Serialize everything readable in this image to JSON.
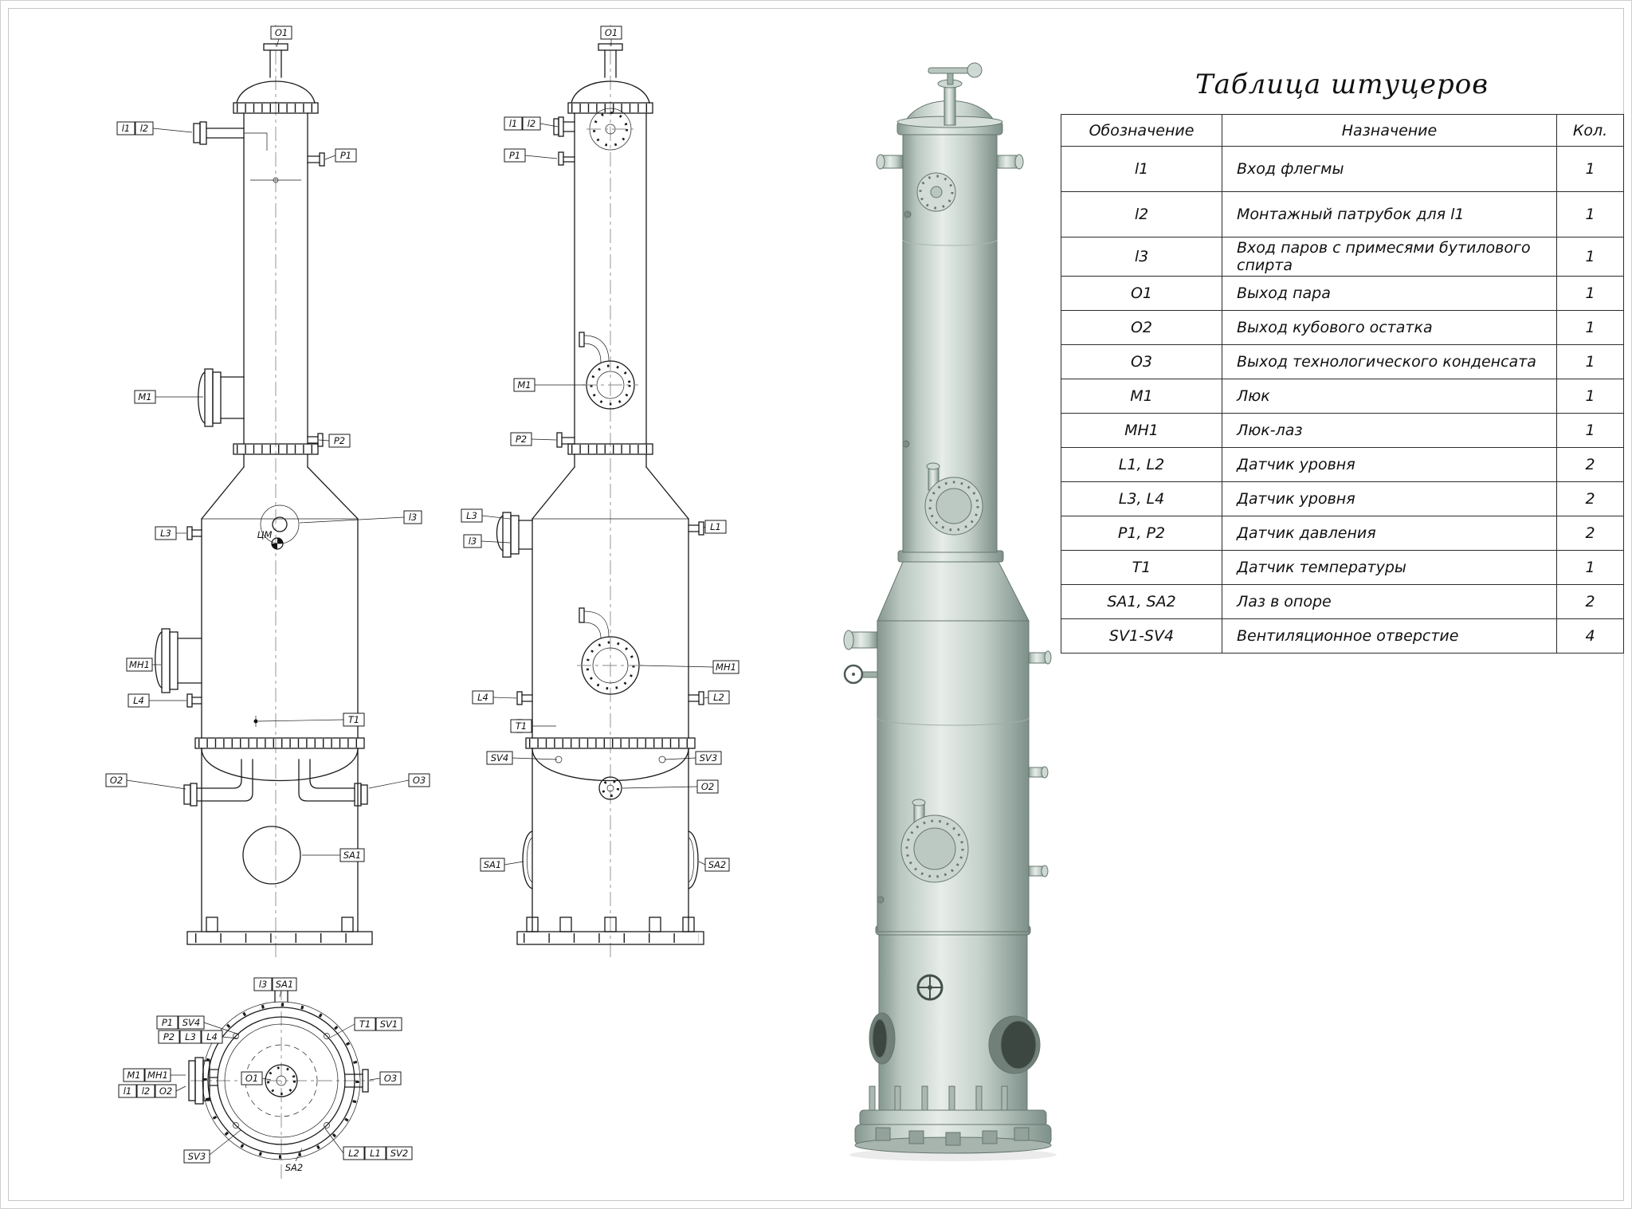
{
  "sheet": {
    "background": "#ffffff",
    "line_color": "#1a1a1a"
  },
  "nozzle_table": {
    "title": "Таблица штуцеров",
    "headers": {
      "designation": "Обозначение",
      "purpose": "Назначение",
      "qty": "Кол."
    },
    "rows": [
      {
        "designation": "l1",
        "purpose": "Вход флегмы",
        "qty": "1"
      },
      {
        "designation": "l2",
        "purpose": "Монтажный патрубок для l1",
        "qty": "1"
      },
      {
        "designation": "l3",
        "purpose": "Вход паров с примесями бутилового спирта",
        "qty": "1"
      },
      {
        "designation": "O1",
        "purpose": "Выход пара",
        "qty": "1"
      },
      {
        "designation": "O2",
        "purpose": "Выход кубового остатка",
        "qty": "1"
      },
      {
        "designation": "O3",
        "purpose": "Выход технологического конденсата",
        "qty": "1"
      },
      {
        "designation": "M1",
        "purpose": "Люк",
        "qty": "1"
      },
      {
        "designation": "MH1",
        "purpose": "Люк-лаз",
        "qty": "1"
      },
      {
        "designation": "L1, L2",
        "purpose": "Датчик уровня",
        "qty": "2"
      },
      {
        "designation": "L3, L4",
        "purpose": "Датчик уровня",
        "qty": "2"
      },
      {
        "designation": "P1, P2",
        "purpose": "Датчик давления",
        "qty": "2"
      },
      {
        "designation": "T1",
        "purpose": "Датчик температуры",
        "qty": "1"
      },
      {
        "designation": "SA1, SA2",
        "purpose": "Лаз в опоре",
        "qty": "2"
      },
      {
        "designation": "SV1-SV4",
        "purpose": "Вентиляционное отверстие",
        "qty": "4"
      }
    ]
  },
  "labels": {
    "o1": "O1",
    "o2": "O2",
    "o3": "O3",
    "l1": "l1",
    "l2": "l2",
    "l3": "l3",
    "m1": "M1",
    "mh1": "MH1",
    "L1": "L1",
    "L2": "L2",
    "L3": "L3",
    "L4": "L4",
    "p1": "P1",
    "p2": "P2",
    "t1": "T1",
    "sa1": "SA1",
    "sa2": "SA2",
    "sv1": "SV1",
    "sv2": "SV2",
    "sv3": "SV3",
    "sv4": "SV4",
    "cm": "ЦМ"
  },
  "render_colors": {
    "body_light": "#e7ede9",
    "body_mid": "#bcc9c2",
    "body_dark": "#7e908a",
    "outline": "#66766f",
    "opening_dark": "#3c4742"
  }
}
